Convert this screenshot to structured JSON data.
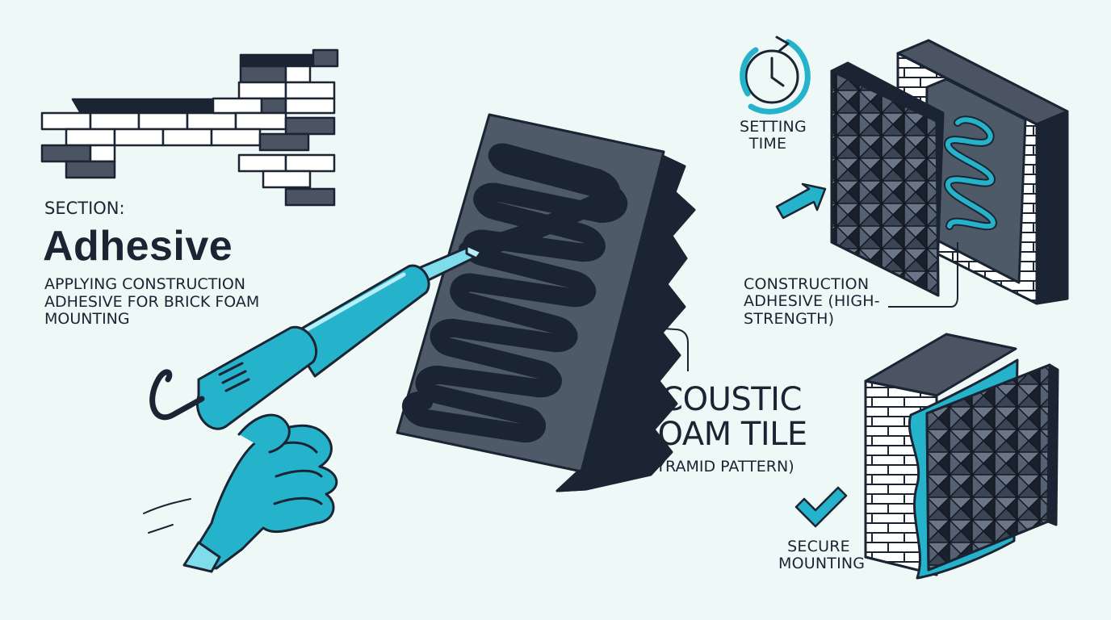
{
  "header": {
    "section_label": "SECTION:",
    "title": "Adhesive",
    "subtitle": "APPLYING CONSTRUCTION ADHESIVE FOR BRICK FOAM MOUNTING"
  },
  "callouts": {
    "foam_tile": {
      "title": "ACOUSTIC FOAM TILE",
      "subtitle": "(PYRAMID PATTERN)"
    },
    "setting_time": "SETTING TIME",
    "adhesive": "CONSTRUCTION ADHESIVE (HIGH-STRENGTH)",
    "mounting": "SECURE MOUNTING"
  },
  "icons": {
    "clock": "clock-icon",
    "check": "checkmark-icon",
    "arrow": "arrow-icon",
    "gun": "caulk-gun-icon",
    "hand": "gloved-hand-icon",
    "wall": "brick-wall-icon",
    "foam": "foam-panel-icon"
  },
  "colors": {
    "background": "#eef8f6",
    "ink": "#1b2433",
    "accent": "#25b3cb",
    "accent_light": "#7fdcea",
    "foam": "#4f5a68",
    "foam_dark": "#2a3342",
    "brick_dark": "#4a5462",
    "brick_light": "#ffffff"
  }
}
